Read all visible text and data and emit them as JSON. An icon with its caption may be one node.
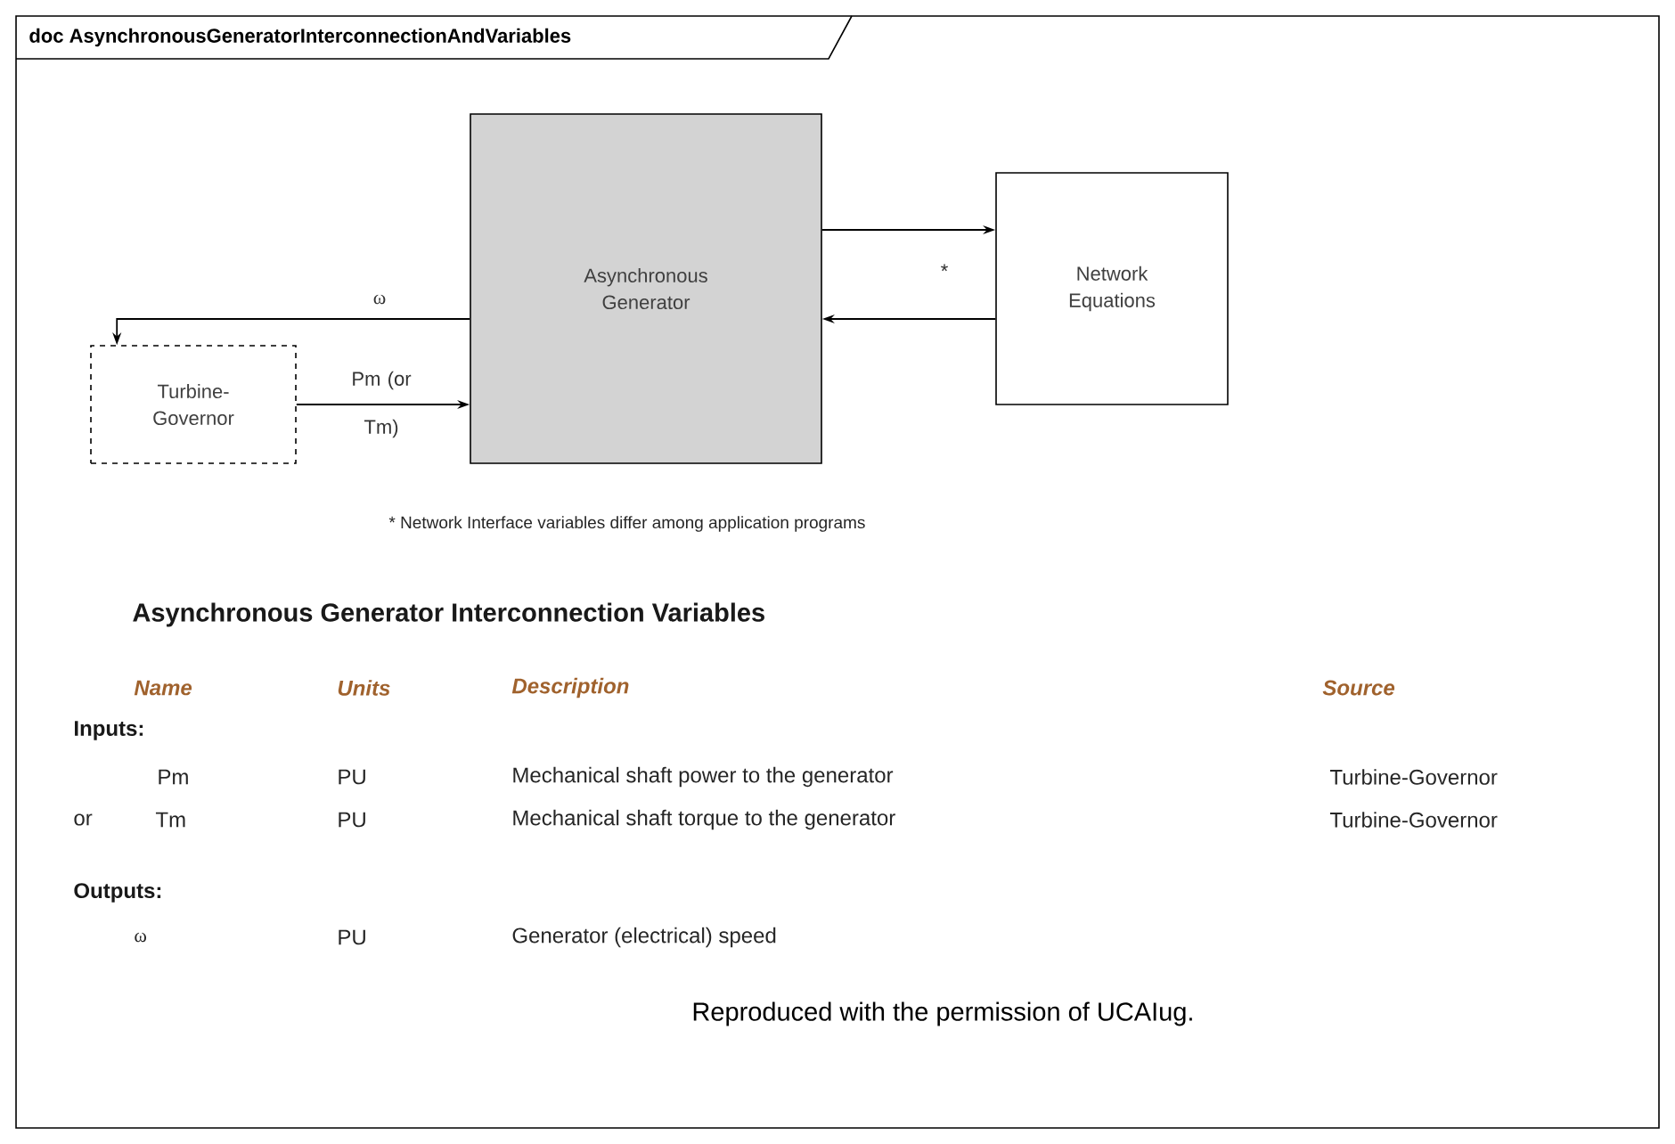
{
  "diagram": {
    "title": "doc AsynchronousGeneratorInterconnectionAndVariables",
    "nodes": [
      {
        "text": [
          "Asynchronous Generator"
        ]
      },
      {
        "text": [
          "Network Equations"
        ]
      },
      {
        "text": [
          "Turbine-Governor"
        ]
      }
    ],
    "edges": [
      {
        "from": 0,
        "to": 1,
        "arrow": "to",
        "label": "*"
      },
      {
        "from": 1,
        "to": 0,
        "arrow": "to"
      },
      {
        "from": 0,
        "to": 2,
        "arrow": "to",
        "label": "ω"
      },
      {
        "from": 2,
        "to": 0,
        "arrow": "to",
        "label": "Pm (or Tm)"
      }
    ],
    "labels": [
      "* Network Interface variables differ among application programs",
      "Asynchronous Generator Interconnection Variables",
      "Name",
      "Units",
      "Description",
      "Source",
      "Inputs:",
      "Pm",
      "PU",
      "Mechanical shaft power to the generator",
      "Turbine-Governor",
      "or",
      "Tm",
      "PU",
      "Mechanical shaft torque to the generator",
      "Turbine-Governor",
      "Outputs:",
      "ω",
      "PU",
      "Generator (electrical) speed",
      "Reproduced with the permission of UCAIug."
    ]
  }
}
